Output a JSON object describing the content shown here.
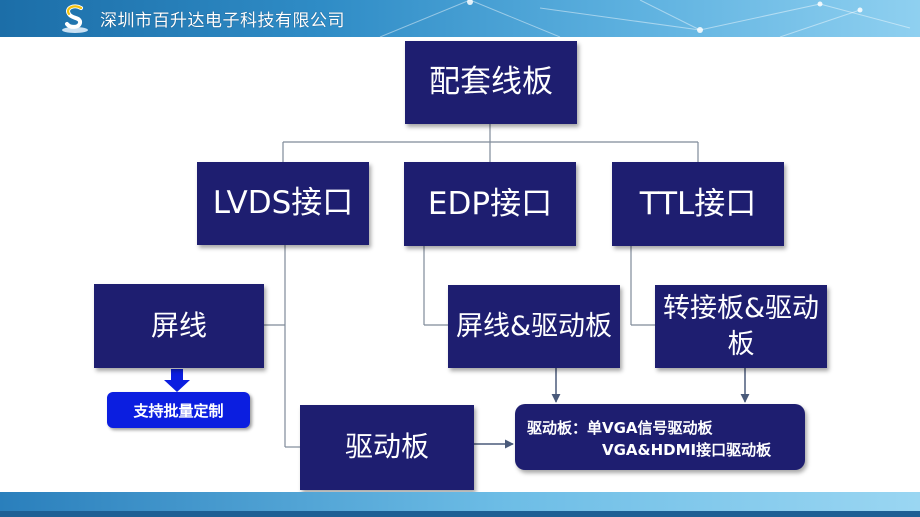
{
  "header": {
    "company": "深圳市百升达电子科技有限公司",
    "logo_icon": "company-s-logo-icon"
  },
  "diagram": {
    "root": "配套线板",
    "interfaces": [
      "LVDS接口",
      "EDP接口",
      "TTL接口"
    ],
    "screen_line": "屏线",
    "customize_tag": "支持批量定制",
    "driver_board": "驱动板",
    "edp_child": "屏线&驱动板",
    "ttl_child": "转接板&驱动板",
    "summary": {
      "prefix": "驱动板：",
      "line1": "单VGA信号驱动板",
      "line2": "VGA&HDMI接口驱动板"
    }
  },
  "colors": {
    "box": "#1e1e70",
    "tag": "#0b1ee0",
    "connector": "#7f8a99",
    "header": "#2f8cc6"
  }
}
